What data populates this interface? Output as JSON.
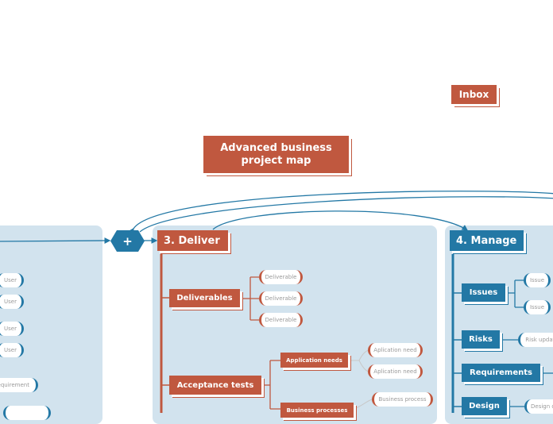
{
  "title": "Advanced business project map",
  "inbox": "Inbox",
  "plus": "+",
  "deliver": {
    "title": "3. Deliver",
    "deliverables": "Deliverables",
    "deliverable_items": [
      "Deliverable",
      "Deliverable",
      "Deliverable"
    ],
    "acceptance_tests": "Acceptance tests",
    "application_needs": "Application needs",
    "application_need_items": [
      "Aplication need",
      "Aplication need"
    ],
    "business_processes": "Business processes",
    "business_process_items": [
      "Business process"
    ]
  },
  "manage": {
    "title": "4. Manage",
    "issues": "Issues",
    "issue_items": [
      "Issue",
      "Issue"
    ],
    "risks": "Risks",
    "risk_item": "Risk update",
    "requirements": "Requirements",
    "design": "Design",
    "design_item": "Design d"
  },
  "left_panel": {
    "user_items": [
      "User",
      "User",
      "User",
      "User"
    ],
    "requirement_item": "Requirement"
  },
  "colors": {
    "red": "#c0583f",
    "blue": "#2378a5",
    "panel": "#d2e3ee"
  }
}
